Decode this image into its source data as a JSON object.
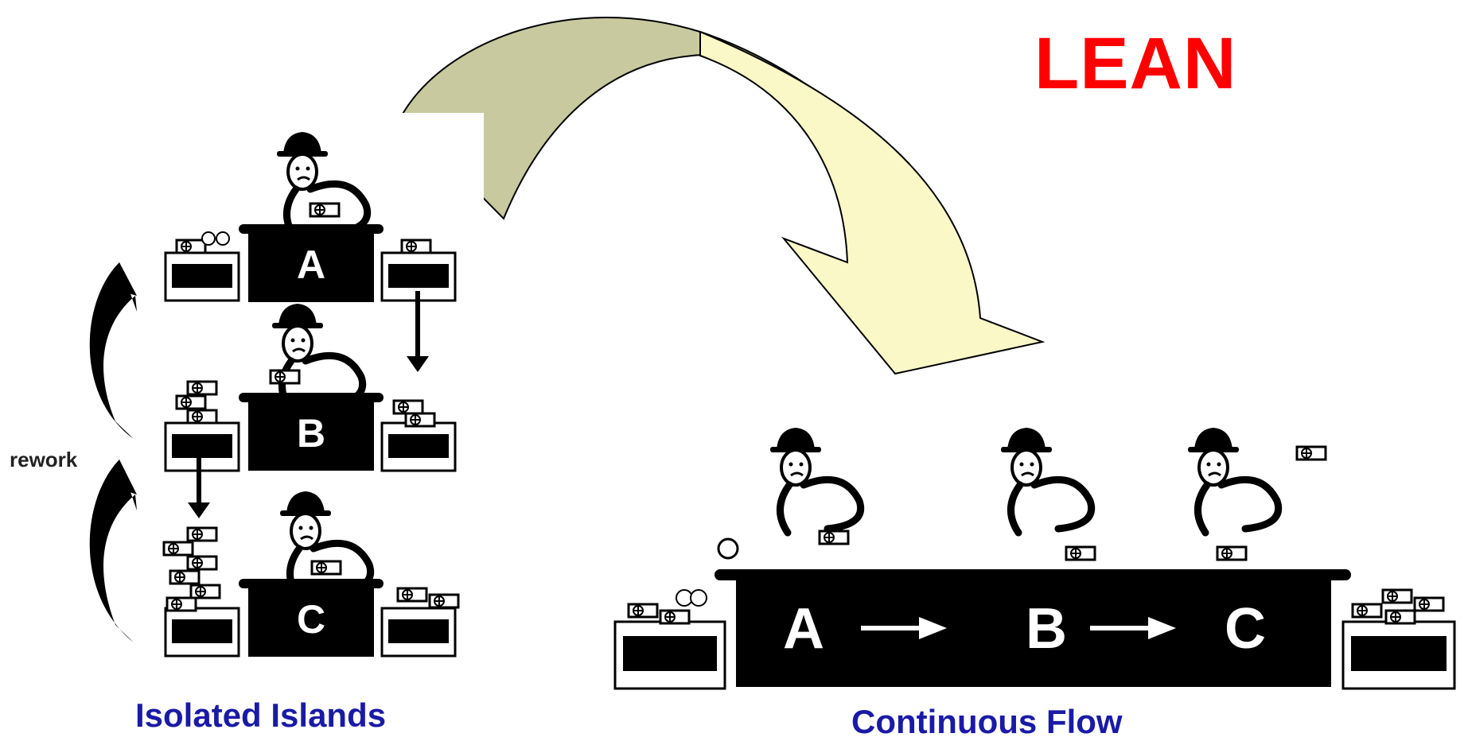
{
  "title": "LEAN",
  "rework_label": "rework",
  "left_caption": "Isolated Islands",
  "right_caption": "Continuous Flow",
  "stations_left": [
    "A",
    "B",
    "C"
  ],
  "stations_right": [
    "A",
    "B",
    "C"
  ],
  "colors": {
    "title": "#ff0000",
    "caption": "#1a1aa6",
    "arrow_dark": "#c9c9a0",
    "arrow_light": "#fbf8c8"
  }
}
